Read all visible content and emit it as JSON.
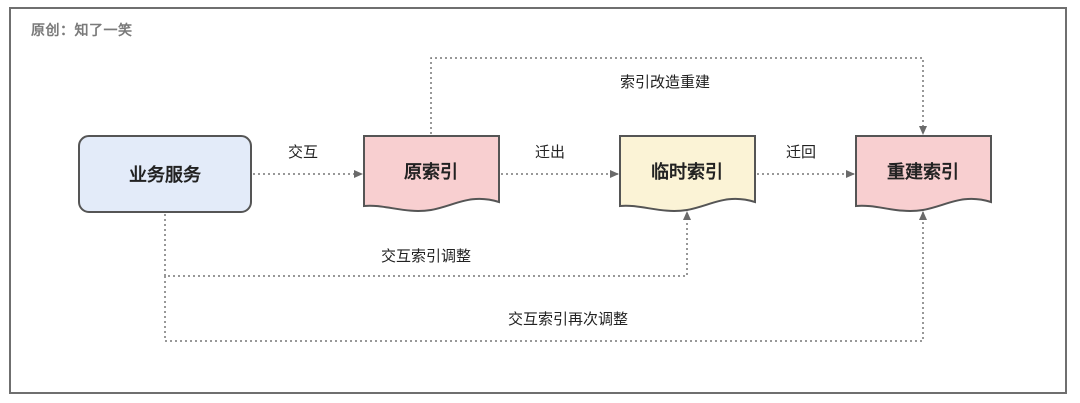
{
  "watermark": "原创：知了一笑",
  "nodes": {
    "business": {
      "label": "业务服务",
      "fill": "#e3ebf9",
      "stroke": "#555555"
    },
    "original": {
      "label": "原索引",
      "fill": "#f8cfd0",
      "stroke": "#555555"
    },
    "temp": {
      "label": "临时索引",
      "fill": "#fbf3d6",
      "stroke": "#555555"
    },
    "rebuild": {
      "label": "重建索引",
      "fill": "#f8cfd0",
      "stroke": "#555555"
    }
  },
  "edges": {
    "interact": "交互",
    "migrate_out": "迁出",
    "migrate_back": "迁回",
    "rebuild_index": "索引改造重建",
    "adjust": "交互索引调整",
    "adjust_again": "交互索引再次调整"
  },
  "colors": {
    "edge": "#777777",
    "frame": "#6f6f6f"
  }
}
